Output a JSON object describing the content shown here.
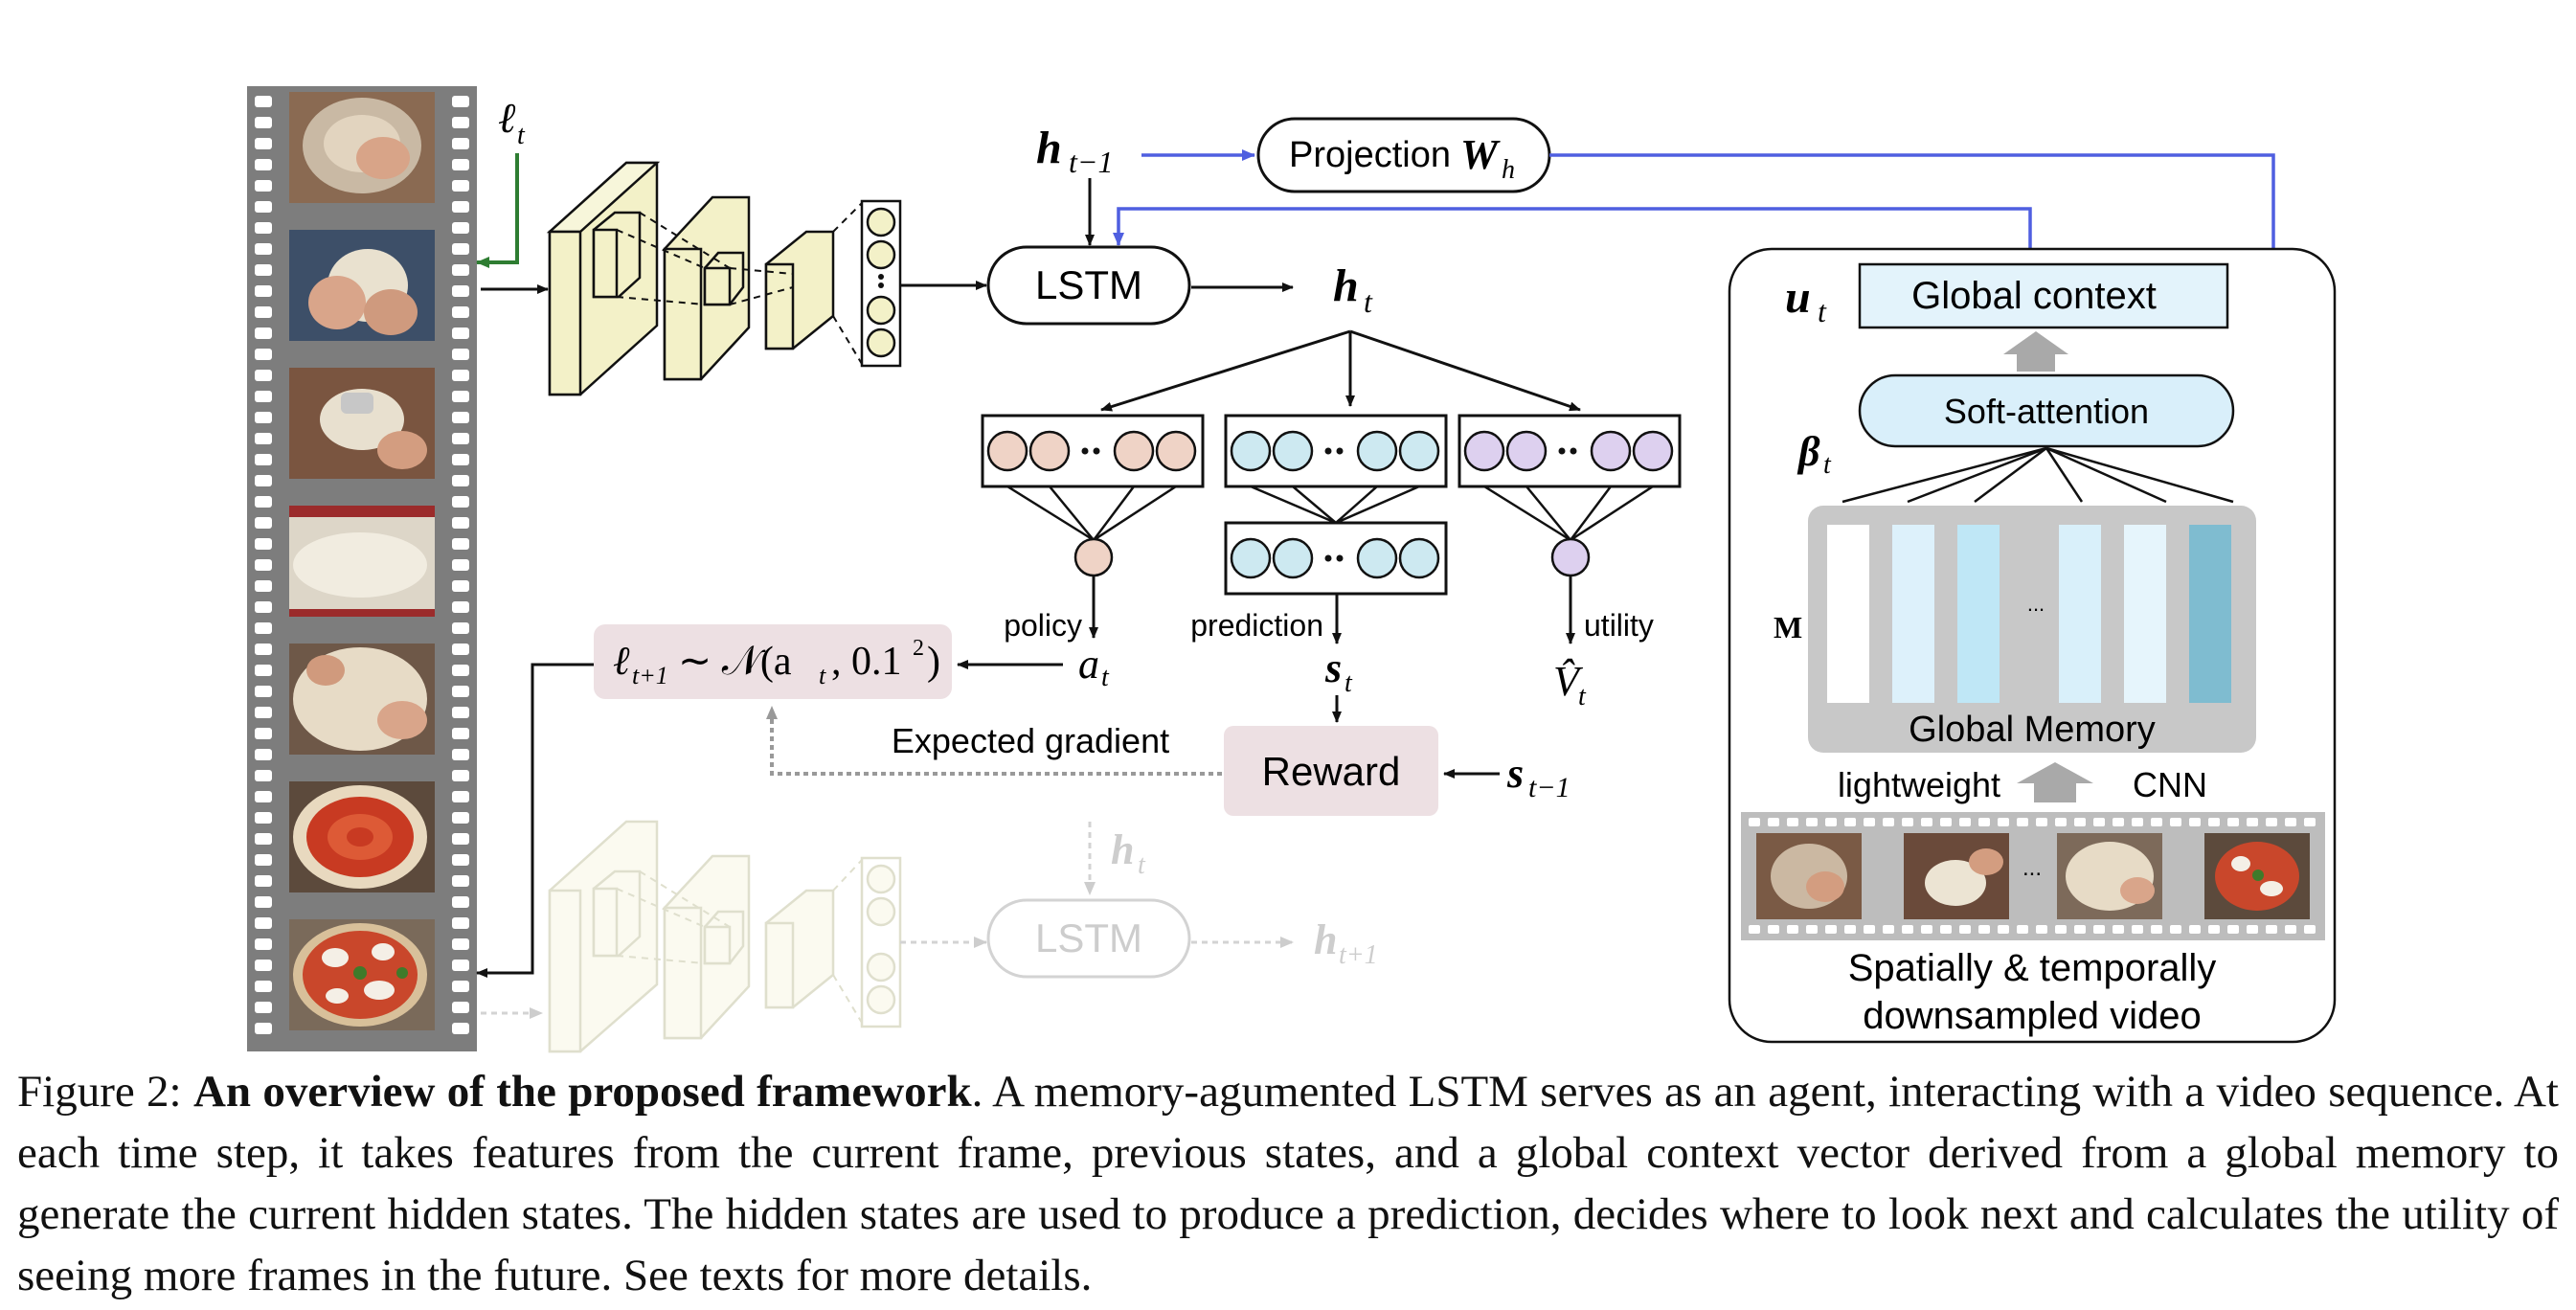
{
  "figure": {
    "labels": {
      "l_t": "ℓ",
      "l_t_sub": "t",
      "h_prev": "h",
      "h_prev_sub": "t−1",
      "projection": "Projection ",
      "projection_W": "W",
      "projection_W_sub": "h",
      "lstm": "LSTM",
      "h_t": "h",
      "h_t_sub": "t",
      "u_t": "u",
      "u_t_sub": "t",
      "global_context": "Global context",
      "soft_attention": "Soft-attention",
      "beta_t": "β",
      "beta_t_sub": "t",
      "memory_symbol": "M",
      "global_memory": "Global Memory",
      "memory_ellipsis": "...",
      "lightweight": "lightweight",
      "cnn": "CNN",
      "downsampled_line1": "Spatially & temporally",
      "downsampled_line2": "downsampled video",
      "strip_ellipsis": "...",
      "policy": "policy",
      "prediction": "prediction",
      "utility": "utility",
      "a_t": "a",
      "a_t_sub": "t",
      "s_t": "s",
      "s_t_sub": "t",
      "v_t": "V̂",
      "v_t_sub": "t",
      "gaussian": "ℓ",
      "gaussian_sub": "t+1",
      "gaussian_rest": " ∼ 𝒩(a",
      "gaussian_rest_sub": "t",
      "gaussian_tail": ", 0.1",
      "gaussian_sup": "2",
      "gaussian_close": ")",
      "expected_gradient": "Expected gradient",
      "reward": "Reward",
      "s_prev": "s",
      "s_prev_sub": "t−1",
      "faded_h": "h",
      "faded_h_sub": "t",
      "faded_lstm": "LSTM",
      "faded_h_next": "h",
      "faded_h_next_sub": "t+1"
    },
    "colors": {
      "film": "#7d7d7d",
      "cube_fill": "#f3f1c8",
      "policy_circle": "#efd3c6",
      "prediction_circle": "#cde9f1",
      "utility_circle": "#ddd0ef",
      "reward_box": "#ede0e3",
      "blue_arrow": "#4f5fe0",
      "green_arrow": "#2e7d32",
      "memory_bg": "#c8c8c8",
      "context_fill": "#e3f3fb"
    },
    "memory_slots": [
      "#ffffff",
      "#ddf1fb",
      "#bfe7f6",
      "#d9f0fa",
      "#e6f5fc",
      "#7fbcd0"
    ],
    "frame_strip": [
      "kneading dough in bowl",
      "shaping dough ball",
      "pressing dough",
      "dough ball on tray",
      "stretching pizza base",
      "spreading tomato sauce",
      "pizza with toppings"
    ]
  },
  "caption": {
    "label": "Figure 2: ",
    "title": "An overview of the proposed framework",
    "text": ". A memory-agumented LSTM serves as an agent, interacting with a video sequence. At each time step, it takes features from the current frame, previous states, and a global context vector derived from a global memory to generate the current hidden states. The hidden states are used to produce a prediction, decides where to look next and calculates the utility of seeing more frames in the future. See texts for more details."
  }
}
